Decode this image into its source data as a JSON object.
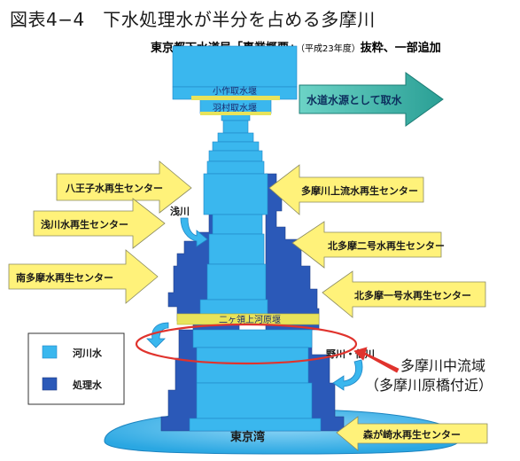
{
  "title": "図表4−4　下水処理水が半分を占める多摩川",
  "source": {
    "prefix": "東京都下水道局「事業概要」",
    "year": "（平成23年度）",
    "suffix": "抜粋、一部追加"
  },
  "weirs": {
    "ozaku": "小作取水堰",
    "hamura": "羽村取水堰",
    "nikaryo": "二ヶ領上河原堰"
  },
  "arrows": {
    "water_source": "水道水源として取水",
    "hachioji": "八王子水再生センター",
    "asakawa_center": "浅川水再生センター",
    "minamitama": "南多摩水再生センター",
    "tamagawa_joryu": "多摩川上流水再生センター",
    "kitatama2": "北多摩二号水再生センター",
    "kitatama1": "北多摩一号水再生センター",
    "morigasaki": "森が崎水再生センター"
  },
  "rivers": {
    "asakawa": "浅川",
    "nogawa_sengawa": "野川・仙川"
  },
  "bay": "東京湾",
  "midstream": {
    "line1": "多摩川中流域",
    "line2": "（多摩川原橋付近）"
  },
  "legend": {
    "river_water": "河川水",
    "treated_water": "処理水"
  },
  "colors": {
    "river_water": "#3ab7ee",
    "treated_water": "#2b59b8",
    "arrow_yellow": "#fff27a",
    "arrow_teal": "#2aa59c",
    "weir": "#e8e35a",
    "ellipse": "#e0332d",
    "bay": "#3ab7ee"
  }
}
